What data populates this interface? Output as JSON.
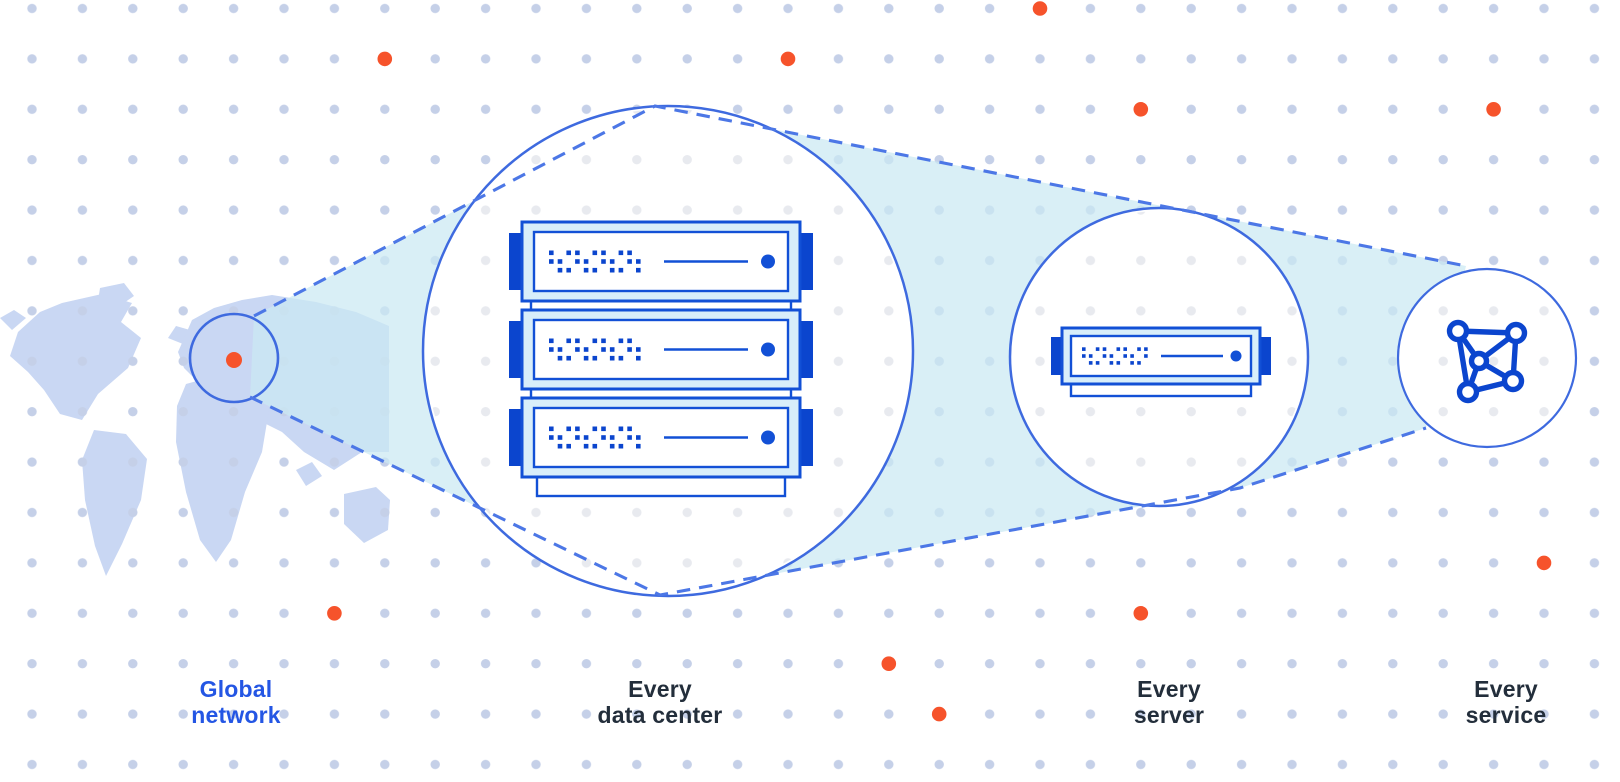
{
  "diagram": {
    "title": "Global network magnification diagram",
    "stages": [
      {
        "id": "global-network",
        "label": "Global\nnetwork"
      },
      {
        "id": "every-data-center",
        "label": "Every\ndata center"
      },
      {
        "id": "every-server",
        "label": "Every\nserver"
      },
      {
        "id": "every-service",
        "label": "Every\nservice"
      }
    ],
    "icons": [
      "world-map",
      "location-marker-icon",
      "server-rack-icon",
      "server-icon",
      "mesh-network-icon"
    ]
  },
  "colors": {
    "blue": "#1250D6",
    "deep_blue": "#0B45CE",
    "circle_blue": "#3E6ADF",
    "dash_blue": "#4C77E6",
    "label_blue": "#2456E4",
    "label_dark": "#232E3B",
    "map_blue": "#C9D7F3",
    "server_fill": "#D8EEFA",
    "beam": "rgba(203,233,243,0.72)",
    "grid_dot": "#C5D0E8",
    "faint_dot": "#E8EAEF",
    "orange": "#F6532B"
  },
  "decor": {
    "orange_grid_dots": [
      [
        7,
        1
      ],
      [
        15,
        1
      ],
      [
        20,
        0
      ],
      [
        22,
        2
      ],
      [
        29,
        2
      ],
      [
        30,
        11
      ],
      [
        6,
        12
      ],
      [
        22,
        12
      ],
      [
        17,
        13
      ],
      [
        18,
        14
      ]
    ]
  }
}
